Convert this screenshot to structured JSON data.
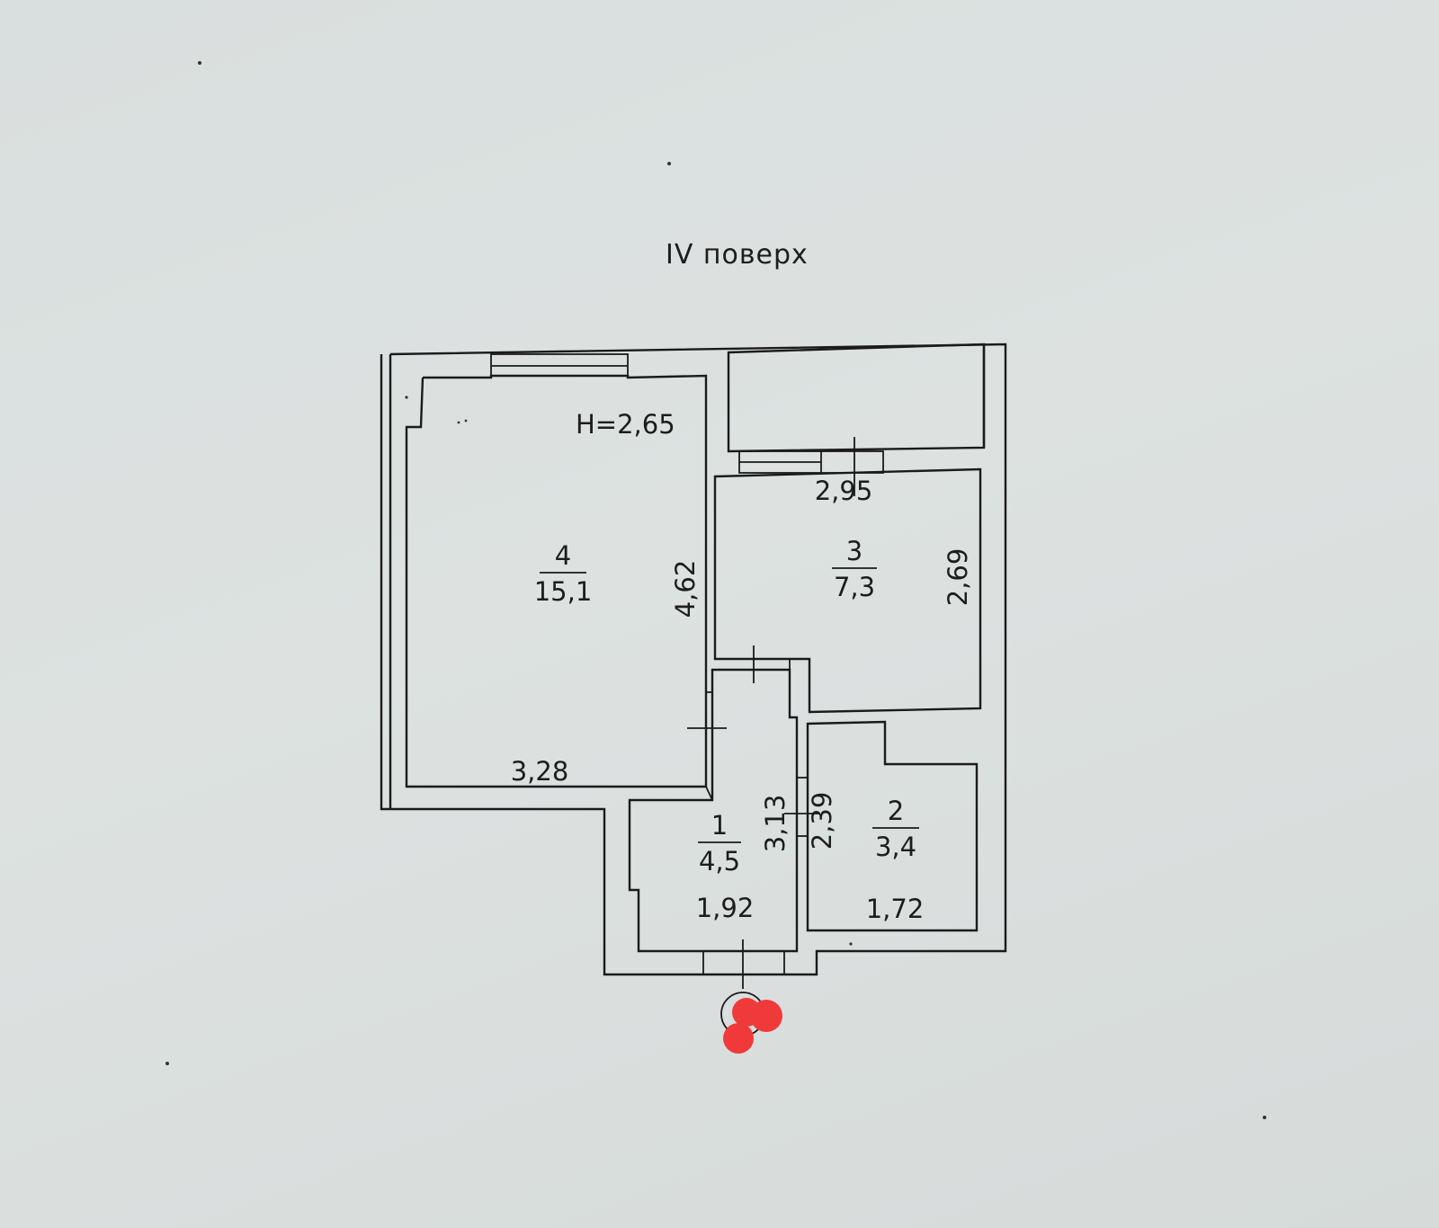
{
  "floor_title": "IV поверх",
  "ceiling_height": "H=2,65",
  "rooms": [
    {
      "number": "4",
      "area": "15,1"
    },
    {
      "number": "3",
      "area": "7,3"
    },
    {
      "number": "1",
      "area": "4,5"
    },
    {
      "number": "2",
      "area": "3,4"
    }
  ],
  "dimensions": {
    "room4_height": "4,62",
    "room4_width": "3,28",
    "room3_width": "2,95",
    "room3_height": "2,69",
    "room1_height": "3,13",
    "room1_width": "1,92",
    "room2_height": "2,39",
    "room2_width": "1,72"
  },
  "colors": {
    "background": "#dbe0df",
    "lines": "#1b1b1b",
    "redaction_mark": "#f03a3a"
  }
}
